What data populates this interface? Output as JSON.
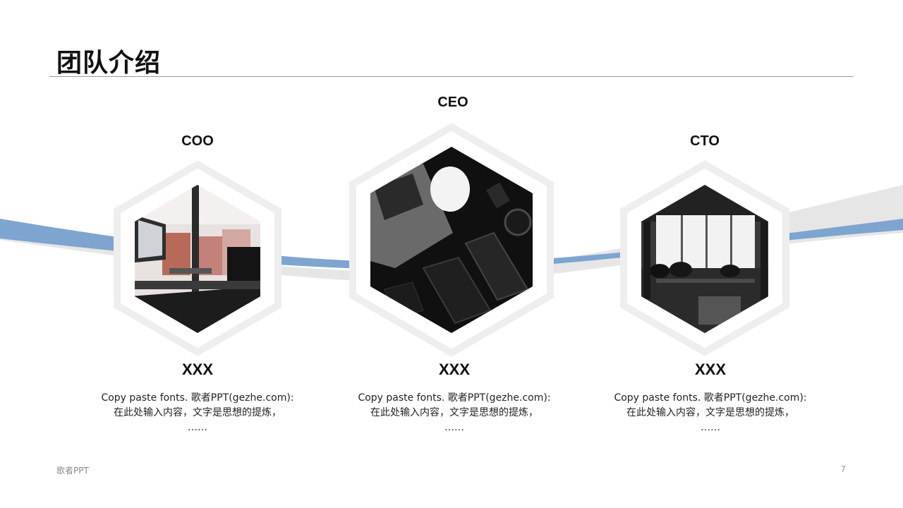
{
  "slide": {
    "title": "团队介绍",
    "footer_brand": "歌者PPT",
    "page_number": "7"
  },
  "colors": {
    "accent_blue": "#7ea4d0",
    "wave_gray": "#e6e6e6",
    "hex_frame": "#eeeeee"
  },
  "members": [
    {
      "role": "COO",
      "name": "XXX",
      "desc_line1": "Copy paste fonts. 歌者PPT(gezhe.com):",
      "desc_line2": "在此处输入内容，文字是思想的提炼，",
      "desc_line3": "……",
      "photo": "office-desk-photo"
    },
    {
      "role": "CEO",
      "name": "XXX",
      "desc_line1": "Copy paste fonts. 歌者PPT(gezhe.com):",
      "desc_line2": "在此处输入内容，文字是思想的提炼，",
      "desc_line3": "……",
      "photo": "laptop-phones-photo"
    },
    {
      "role": "CTO",
      "name": "XXX",
      "desc_line1": "Copy paste fonts. 歌者PPT(gezhe.com):",
      "desc_line2": "在此处输入内容，文字是思想的提炼，",
      "desc_line3": "……",
      "photo": "cafe-interior-photo"
    }
  ]
}
